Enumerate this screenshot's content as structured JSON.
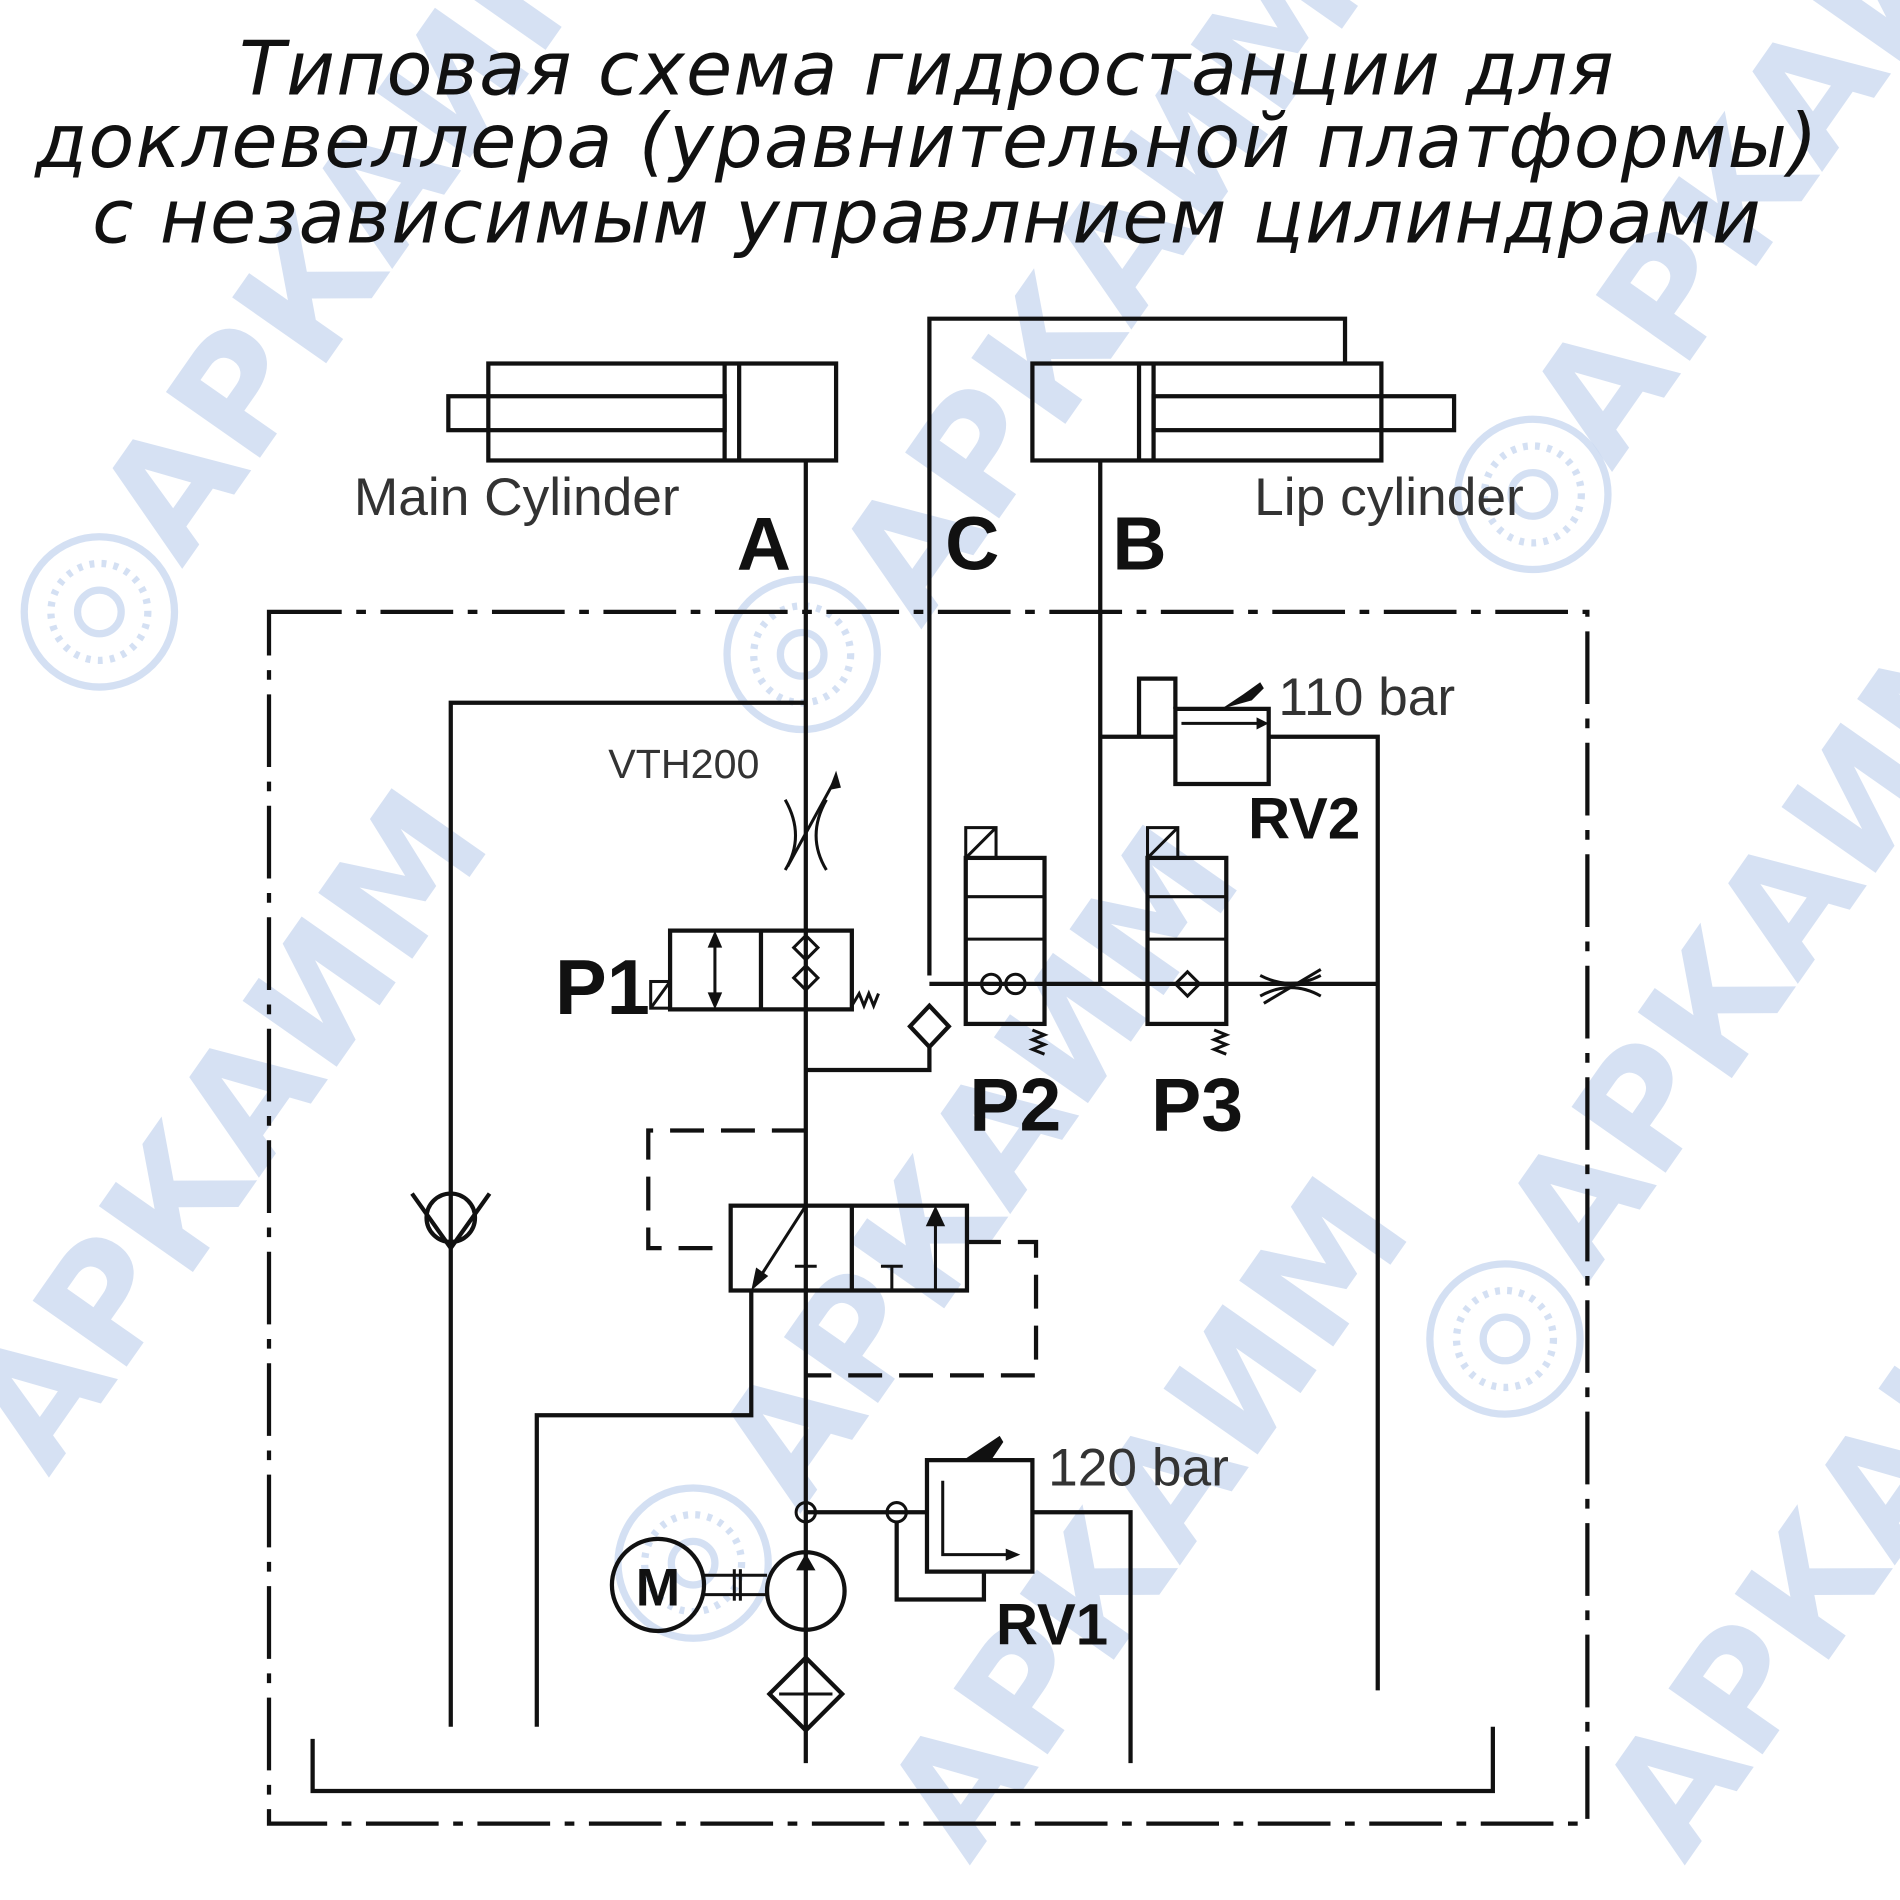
{
  "title": {
    "line1": "Типовая схема гидростанции для",
    "line2": "доклевеллера (уравнительной платформы)",
    "line3": "с независимым управлнием цилиндрами"
  },
  "labels": {
    "main_cylinder": "Main Cylinder",
    "lip_cylinder": "Lip cylinder",
    "port_a": "A",
    "port_b": "B",
    "port_c": "C",
    "throttle": "VTH200",
    "p1": "P1",
    "p2": "P2",
    "p3": "P3",
    "rv1": "RV1",
    "rv2": "RV2",
    "rv1_pressure": "120 bar",
    "rv2_pressure": "110 bar",
    "motor": "M"
  },
  "watermark": "АРКАИМ",
  "colors": {
    "line": "#111111",
    "watermark": "#c9d8f0"
  }
}
